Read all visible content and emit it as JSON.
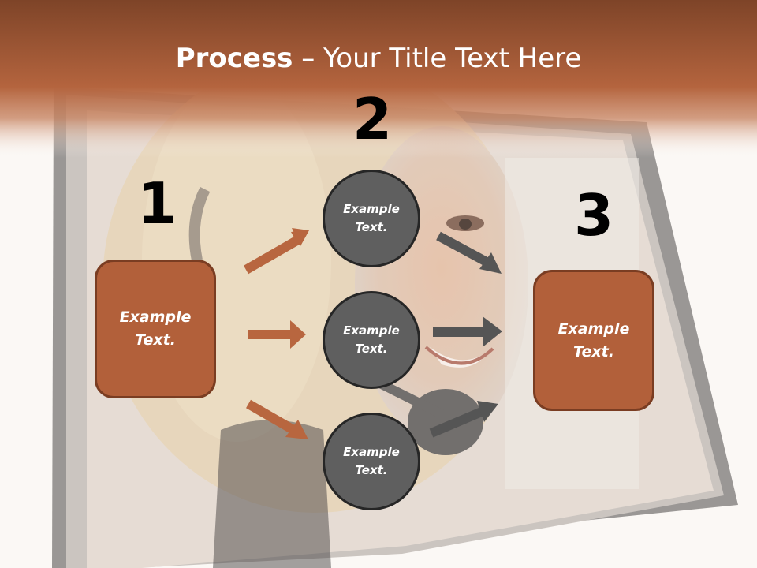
{
  "title": {
    "bold": "Process",
    "rest": " – Your Title Text Here"
  },
  "steps": {
    "one": "1",
    "two": "2",
    "three": "3"
  },
  "left_box": {
    "line1": "Example",
    "line2": "Text."
  },
  "circles": [
    {
      "line1": "Example",
      "line2": "Text."
    },
    {
      "line1": "Example",
      "line2": "Text."
    },
    {
      "line1": "Example",
      "line2": "Text."
    }
  ],
  "right_box": {
    "line1": "Example",
    "line2": "Text."
  },
  "colors": {
    "accent": "#b2603a",
    "circle": "#5f5f5f",
    "banner": "#a85a34"
  }
}
